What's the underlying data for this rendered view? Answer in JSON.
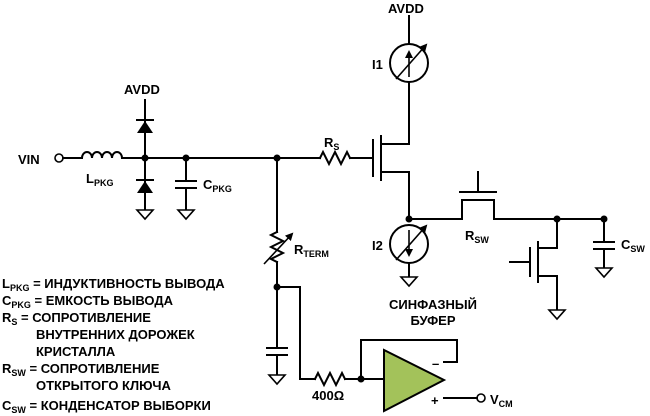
{
  "labels": {
    "avdd_top": "AVDD",
    "avdd_left": "AVDD",
    "vin": "VIN",
    "lpkg_main": "L",
    "lpkg_sub": "PKG",
    "cpkg_main": "C",
    "cpkg_sub": "PKG",
    "rs_main": "R",
    "rs_sub": "S",
    "i1": "I1",
    "i2": "I2",
    "rterm_main": "R",
    "rterm_sub": "TERM",
    "rsw_main": "R",
    "rsw_sub": "SW",
    "csw_main": "C",
    "csw_sub": "SW",
    "r400": "400Ω",
    "vcm_main": "V",
    "vcm_sub": "CM",
    "buffer_line1": "СИНФАЗНЫЙ",
    "buffer_line2": "БУФЕР",
    "opamp_minus": "–",
    "opamp_plus": "+"
  },
  "legend": [
    {
      "sym": "L",
      "sub": "PKG",
      "line1": " = ИНДУКТИВНОСТЬ ВЫВОДА",
      "line2": "",
      "line3": ""
    },
    {
      "sym": "C",
      "sub": "PKG",
      "line1": " = ЕМКОСТЬ ВЫВОДА",
      "line2": "",
      "line3": ""
    },
    {
      "sym": "R",
      "sub": "S",
      "line1": " = СОПРОТИВЛЕНИЕ",
      "line2": "ВНУТРЕННИХ ДОРОЖЕК",
      "line3": "КРИСТАЛЛА"
    },
    {
      "sym": "R",
      "sub": "SW",
      "line1": " = СОПРОТИВЛЕНИЕ",
      "line2": "ОТКРЫТОГО КЛЮЧА",
      "line3": ""
    },
    {
      "sym": "C",
      "sub": "SW",
      "line1": " = КОНДЕНСАТОР ВЫБОРКИ",
      "line2": "",
      "line3": ""
    }
  ],
  "colors": {
    "opamp_fill": "#a3c25a",
    "wire": "#000000"
  }
}
